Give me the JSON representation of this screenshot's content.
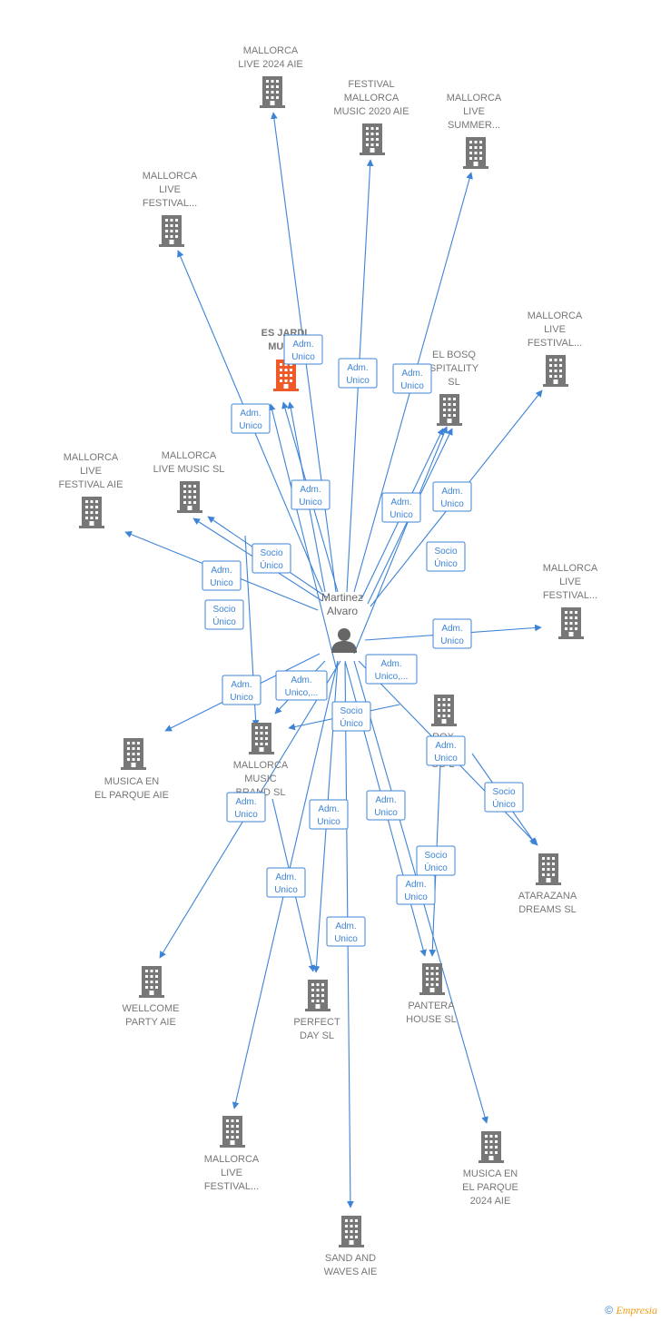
{
  "person": {
    "name_line1": "Martinez",
    "name_line2": "Alvaro"
  },
  "companies": [
    {
      "key": "mallorca_live_2024",
      "lines": [
        "MALLORCA",
        "LIVE 2024 AIE"
      ]
    },
    {
      "key": "festival_mallorca_2020",
      "lines": [
        "FESTIVAL",
        "MALLORCA",
        "MUSIC 2020 AIE"
      ]
    },
    {
      "key": "mallorca_live_summer",
      "lines": [
        "MALLORCA",
        "LIVE",
        "SUMMER..."
      ]
    },
    {
      "key": "mallorca_live_festival_1",
      "lines": [
        "MALLORCA",
        "LIVE",
        "FESTIVAL..."
      ]
    },
    {
      "key": "es_jardi",
      "lines": [
        "ES JARDI",
        "MUSIC"
      ],
      "highlight": true
    },
    {
      "key": "el_bosq",
      "lines": [
        "EL BOSQ",
        "SPITALITY",
        "SL"
      ]
    },
    {
      "key": "mallorca_live_festival_2",
      "lines": [
        "MALLORCA",
        "LIVE",
        "FESTIVAL..."
      ]
    },
    {
      "key": "mallorca_live_festival_aie",
      "lines": [
        "MALLORCA",
        "LIVE",
        "FESTIVAL AIE"
      ]
    },
    {
      "key": "mallorca_live_music_sl",
      "lines": [
        "MALLORCA",
        "LIVE MUSIC  SL"
      ]
    },
    {
      "key": "mallorca_live_festival_3",
      "lines": [
        "MALLORCA",
        "LIVE",
        "FESTIVAL..."
      ]
    },
    {
      "key": "musica_parque",
      "lines": [
        "MUSICA EN",
        "EL PARQUE AIE"
      ]
    },
    {
      "key": "mallorca_music_brand",
      "lines": [
        "MALLORCA",
        "MUSIC",
        "BRAND  SL"
      ]
    },
    {
      "key": "roxy",
      "lines": [
        "ROX",
        "P",
        "SO  L"
      ]
    },
    {
      "key": "atarazana",
      "lines": [
        "ATARAZANA",
        "DREAMS  SL"
      ]
    },
    {
      "key": "wellcome",
      "lines": [
        "WELLCOME",
        "PARTY AIE"
      ]
    },
    {
      "key": "perfect_day",
      "lines": [
        "PERFECT",
        "DAY  SL"
      ]
    },
    {
      "key": "pantera",
      "lines": [
        "PANTERA",
        "HOUSE  SL"
      ]
    },
    {
      "key": "mallorca_live_festival_4",
      "lines": [
        "MALLORCA",
        "LIVE",
        "FESTIVAL..."
      ]
    },
    {
      "key": "musica_parque_2024",
      "lines": [
        "MUSICA EN",
        "EL PARQUE",
        "2024 AIE"
      ]
    },
    {
      "key": "sand_waves",
      "lines": [
        "SAND AND",
        "WAVES AIE"
      ]
    }
  ],
  "relations": [
    {
      "key": "r_jardi",
      "lines": [
        "Adm.",
        "Unico"
      ]
    },
    {
      "key": "r_festival2020",
      "lines": [
        "Adm.",
        "Unico"
      ]
    },
    {
      "key": "r_summer",
      "lines": [
        "Adm.",
        "Unico"
      ]
    },
    {
      "key": "r_festival1",
      "lines": [
        "Adm.",
        "Unico"
      ]
    },
    {
      "key": "r_elbosq_a",
      "lines": [
        "Adm.",
        "Unico"
      ]
    },
    {
      "key": "r_festival2",
      "lines": [
        "Adm.",
        "Unico"
      ]
    },
    {
      "key": "r_live2024",
      "lines": [
        "Adm.",
        "Unico"
      ]
    },
    {
      "key": "r_live_music",
      "lines": [
        "Socio",
        "Único"
      ]
    },
    {
      "key": "r_festival_aie",
      "lines": [
        "Adm.",
        "Unico"
      ]
    },
    {
      "key": "r_elbosq_b",
      "lines": [
        "Socio",
        "Único"
      ]
    },
    {
      "key": "r_live_music_b",
      "lines": [
        "Socio",
        "Único"
      ]
    },
    {
      "key": "r_festival3",
      "lines": [
        "Adm.",
        "Unico"
      ]
    },
    {
      "key": "r_roxy_a",
      "lines": [
        "Adm.",
        "Unico,..."
      ]
    },
    {
      "key": "r_parque",
      "lines": [
        "Adm.",
        "Unico"
      ]
    },
    {
      "key": "r_brand_a",
      "lines": [
        "Adm.",
        "Unico,..."
      ]
    },
    {
      "key": "r_brand_b",
      "lines": [
        "Socio",
        "Único"
      ]
    },
    {
      "key": "r_roxy_b",
      "lines": [
        "Adm.",
        "Unico"
      ]
    },
    {
      "key": "r_atarazana",
      "lines": [
        "Socio",
        "Único"
      ]
    },
    {
      "key": "r_wellcome",
      "lines": [
        "Adm.",
        "Unico"
      ]
    },
    {
      "key": "r_perfect",
      "lines": [
        "Adm.",
        "Unico"
      ]
    },
    {
      "key": "r_pantera_a",
      "lines": [
        "Adm.",
        "Unico"
      ]
    },
    {
      "key": "r_pantera_b",
      "lines": [
        "Socio",
        "Único"
      ]
    },
    {
      "key": "r_festival4",
      "lines": [
        "Adm.",
        "Unico"
      ]
    },
    {
      "key": "r_pantera_c",
      "lines": [
        "Adm.",
        "Unico"
      ]
    },
    {
      "key": "r_sand",
      "lines": [
        "Adm.",
        "Unico"
      ]
    }
  ],
  "colors": {
    "edge": "#3d84d6",
    "building": "#777777",
    "building_highlight": "#f05a28",
    "person": "#666666"
  },
  "footer": {
    "copyright": "©",
    "brand": "Empresia"
  }
}
